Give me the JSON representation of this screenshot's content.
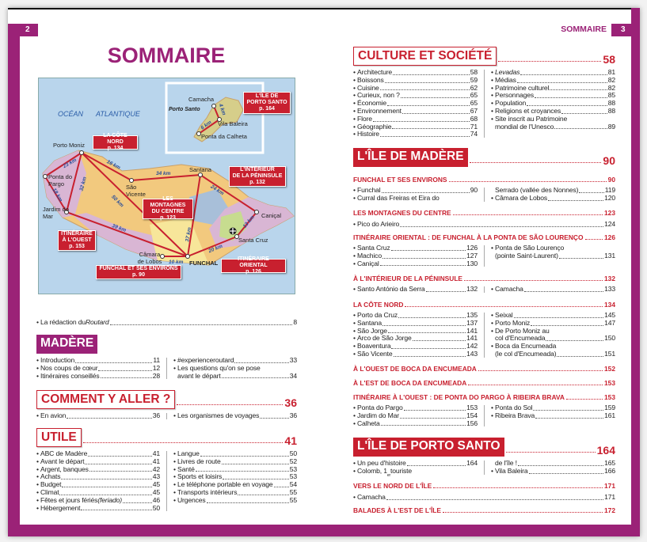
{
  "colors": {
    "brand_purple": "#9b2277",
    "brand_red": "#c8202f",
    "sea": "#b9d5ec"
  },
  "left_page": {
    "page_number": "2",
    "title": "SOMMAIRE",
    "map": {
      "ocean_labels": [
        "OCÉAN",
        "ATLANTIQUE"
      ],
      "island_label": "Porto Santo",
      "places": [
        "Porto Moniz",
        "Ponta do Pargo",
        "Jardim do Mar",
        "São Vicente",
        "Santana",
        "Caniçal",
        "Santa Cruz",
        "FUNCHAL",
        "Câmara de Lobos",
        "Camacha",
        "Vila Baleira",
        "Ponta da Calheta"
      ],
      "distances": [
        "23 km",
        "16 km",
        "34 km",
        "24 km",
        "32 km",
        "18 km",
        "50 km",
        "39 km",
        "37 km",
        "13 km",
        "20 km",
        "10 km",
        "4 km",
        "6 km"
      ],
      "region_labels": [
        {
          "lines": [
            "L'ÎLE DE",
            "PORTO SANTO",
            "p. 164"
          ]
        },
        {
          "lines": [
            "LA CÔTE NORD",
            "p. 134"
          ]
        },
        {
          "lines": [
            "L'INTÉRIEUR",
            "DE LA PÉNINSULE",
            "p. 132"
          ]
        },
        {
          "lines": [
            "LES MONTAGNES",
            "DU CENTRE",
            "p. 123"
          ]
        },
        {
          "lines": [
            "ITINÉRAIRE",
            "À L'OUEST",
            "p. 153"
          ]
        },
        {
          "lines": [
            "FUNCHAL ET SES ENVIRONS",
            "p. 90"
          ]
        },
        {
          "lines": [
            "ITINÉRAIRE ORIENTAL",
            "p. 126"
          ]
        }
      ]
    },
    "sections": [
      {
        "type": "line",
        "items": [
          {
            "label": "La rédaction du ",
            "italic": "Routard",
            "page": "8"
          }
        ]
      },
      {
        "type": "major",
        "style": "purple-fill",
        "title": "MADÈRE",
        "page": "",
        "cols": [
          [
            {
              "label": "Introduction",
              "page": "11"
            },
            {
              "label": "Nos coups de cœur",
              "page": "12"
            },
            {
              "label": "Itinéraires conseillés",
              "page": "28"
            }
          ],
          [
            {
              "label": "#experienceroutard",
              "page": "33"
            },
            {
              "label": "Les questions qu'on se pose",
              "label2": "avant le départ",
              "page": "34"
            }
          ]
        ]
      },
      {
        "type": "major",
        "style": "red-outline",
        "title": "COMMENT Y ALLER ?",
        "page": "36",
        "cols": [
          [
            {
              "label": "En avion",
              "page": "36"
            }
          ],
          [
            {
              "label": "Les organismes de voyages",
              "page": "36"
            }
          ]
        ]
      },
      {
        "type": "major",
        "style": "red-outline",
        "title": "UTILE",
        "page": "41",
        "cols": [
          [
            {
              "label": "ABC de Madère",
              "page": "41"
            },
            {
              "label": "Avant le départ",
              "page": "41"
            },
            {
              "label": "Argent, banques",
              "page": "42"
            },
            {
              "label": "Achats",
              "page": "43"
            },
            {
              "label": "Budget",
              "page": "45"
            },
            {
              "label": "Climat",
              "page": "45"
            },
            {
              "label": "Fêtes et jours fériés ",
              "italic": "(feriado)",
              "page": "46"
            },
            {
              "label": "Hébergement",
              "page": "50"
            }
          ],
          [
            {
              "label": "Langue",
              "page": "50"
            },
            {
              "label": "Livres de route",
              "page": "52"
            },
            {
              "label": "Santé",
              "page": "53"
            },
            {
              "label": "Sports et loisirs",
              "page": "53"
            },
            {
              "label": "Le téléphone portable en voyage",
              "page": "54"
            },
            {
              "label": "Transports intérieurs",
              "page": "55"
            },
            {
              "label": "Urgences",
              "page": "55"
            }
          ]
        ]
      }
    ]
  },
  "right_page": {
    "page_number": "3",
    "running_head": "SOMMAIRE",
    "sections": [
      {
        "type": "major",
        "style": "red-outline",
        "title": "CULTURE ET SOCIÉTÉ",
        "page": "58",
        "cols": [
          [
            {
              "label": "Architecture",
              "page": "58"
            },
            {
              "label": "Boissons",
              "page": "59"
            },
            {
              "label": "Cuisine",
              "page": "62"
            },
            {
              "label": "Curieux, non ?",
              "page": "65"
            },
            {
              "label": "Économie",
              "page": "65"
            },
            {
              "label": "Environnement",
              "page": "67"
            },
            {
              "label": "Flore",
              "page": "68"
            },
            {
              "label": "Géographie",
              "page": "71"
            },
            {
              "label": "Histoire",
              "page": "74"
            }
          ],
          [
            {
              "label": "",
              "italic": "Levadas",
              "page": "81"
            },
            {
              "label": "Médias",
              "page": "82"
            },
            {
              "label": "Patrimoine culturel",
              "page": "82"
            },
            {
              "label": "Personnages",
              "page": "85"
            },
            {
              "label": "Population",
              "page": "88"
            },
            {
              "label": "Religions et croyances",
              "page": "88"
            },
            {
              "label": "Site inscrit au Patrimoine",
              "label2": "mondial de l'Unesco",
              "page": "89"
            }
          ]
        ]
      },
      {
        "type": "major",
        "style": "red-fill",
        "title": "L'ÎLE DE MADÈRE",
        "page": "90"
      },
      {
        "type": "sub",
        "title": "FUNCHAL ET SES ENVIRONS",
        "page": "90",
        "cols": [
          [
            {
              "label": "Funchal",
              "page": "90"
            },
            {
              "label": "Curral das Freiras et Eira do",
              "page": ""
            }
          ],
          [
            {
              "label": "Serrado (vallée des Nonnes)",
              "page": "119",
              "nobullet": true
            },
            {
              "label": "Câmara de Lobos",
              "page": "120"
            }
          ]
        ]
      },
      {
        "type": "sub",
        "title": "LES MONTAGNES DU CENTRE",
        "page": "123",
        "items": [
          {
            "label": "Pico do Arieiro",
            "page": "124"
          }
        ]
      },
      {
        "type": "sub",
        "title": "ITINÉRAIRE ORIENTAL : DE FUNCHAL À LA PONTA DE SÃO LOURENÇO",
        "page": "126",
        "cols": [
          [
            {
              "label": "Santa Cruz",
              "page": "126"
            },
            {
              "label": "Machico",
              "page": "127"
            },
            {
              "label": "Caniçal",
              "page": "130"
            }
          ],
          [
            {
              "label": "Ponta de São Lourenço",
              "label2": "(pointe Saint-Laurent)",
              "page": "131"
            }
          ]
        ]
      },
      {
        "type": "sub",
        "title": "À L'INTÉRIEUR DE LA PÉNINSULE",
        "page": "132",
        "cols": [
          [
            {
              "label": "Santo António da Serra",
              "page": "132"
            }
          ],
          [
            {
              "label": "Camacha",
              "page": "133"
            }
          ]
        ]
      },
      {
        "type": "sub",
        "title": "LA CÔTE NORD",
        "page": "134",
        "cols": [
          [
            {
              "label": "Porto da Cruz",
              "page": "135"
            },
            {
              "label": "Santana",
              "page": "137"
            },
            {
              "label": "São Jorge",
              "page": "141"
            },
            {
              "label": "Arco de São Jorge",
              "page": "141"
            },
            {
              "label": "Boaventura",
              "page": "142"
            },
            {
              "label": "São Vicente",
              "page": "143"
            }
          ],
          [
            {
              "label": "Seixal",
              "page": "145"
            },
            {
              "label": "Porto Moniz",
              "page": "147"
            },
            {
              "label": "De Porto Moniz au",
              "label2": "col d'Encumeada",
              "page": "150"
            },
            {
              "label": "Boca da Encumeada",
              "label2": "(le col d'Encumeada)",
              "page": "151"
            }
          ]
        ]
      },
      {
        "type": "sub",
        "title": "À L'OUEST DE BOCA DA ENCUMEADA",
        "page": "152"
      },
      {
        "type": "sub",
        "title": "À L'EST DE BOCA DA ENCUMEADA",
        "page": "153"
      },
      {
        "type": "sub",
        "title": "ITINÉRAIRE À L'OUEST : DE PONTA DO PARGO À RIBEIRA BRAVA",
        "page": "153",
        "cols": [
          [
            {
              "label": "Ponta do Pargo",
              "page": "153"
            },
            {
              "label": "Jardim do Mar",
              "page": "154"
            },
            {
              "label": "Calheta",
              "page": "156"
            }
          ],
          [
            {
              "label": "Ponta do Sol",
              "page": "159"
            },
            {
              "label": "Ribeira Brava",
              "page": "161"
            }
          ]
        ]
      },
      {
        "type": "major",
        "style": "red-fill",
        "title": "L'ÎLE DE PORTO SANTO",
        "page": "164",
        "cols": [
          [
            {
              "label": "Un peu d'histoire",
              "page": "164"
            },
            {
              "label": "Colomb, 1",
              "sup": "er",
              "tail": " touriste",
              "page": ""
            }
          ],
          [
            {
              "label": "de l'île !",
              "page": "165",
              "nobullet": true
            },
            {
              "label": "Vila Baleira",
              "page": "166"
            }
          ]
        ]
      },
      {
        "type": "sub",
        "title": "VERS LE NORD DE L'ÎLE",
        "page": "171",
        "items": [
          {
            "label": "Camacha",
            "page": "171"
          }
        ]
      },
      {
        "type": "sub",
        "title": "BALADES À L'EST DE L'ÎLE",
        "page": "172"
      }
    ]
  }
}
